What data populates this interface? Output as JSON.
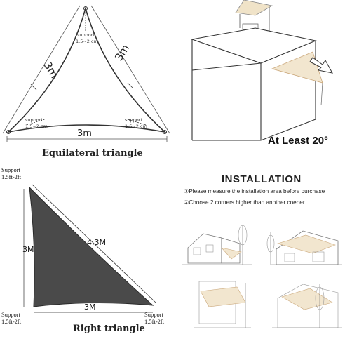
{
  "equilateral": {
    "caption": "Equilateral triangle",
    "side_left": "3m",
    "side_right": "3m",
    "side_bottom": "3m",
    "support_label": "support",
    "support_range": "1.5~2 cm"
  },
  "building": {
    "angle_label": "At Least 20°"
  },
  "right_triangle": {
    "caption": "Right triangle",
    "side_vertical": "3M",
    "side_hypotenuse": "4.3M",
    "side_bottom": "3M",
    "support_label": "Support",
    "support_range": "1.5ft-2ft"
  },
  "installation": {
    "title": "INSTALLATION",
    "steps": [
      "①Please measure the installation area before purchase",
      "②Choose 2 corners higher than another coener"
    ]
  },
  "colors": {
    "sail_dark": "#4a4a4a",
    "sail_cream": "#f2e6cf",
    "line": "#333333"
  }
}
